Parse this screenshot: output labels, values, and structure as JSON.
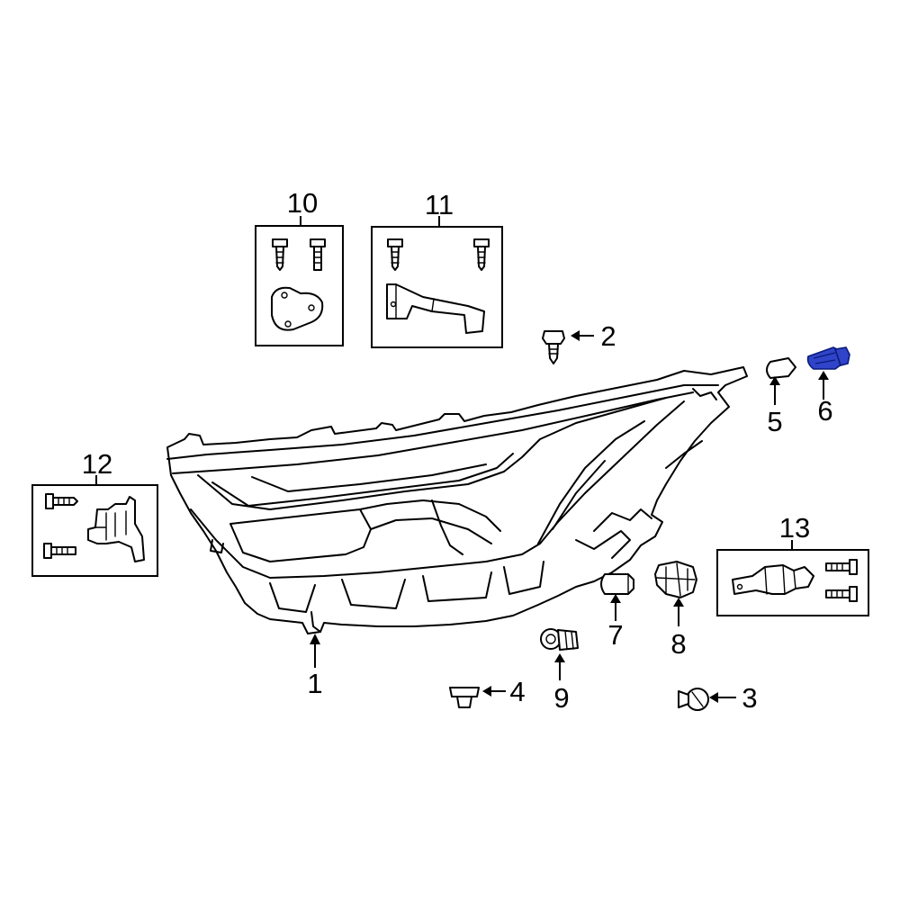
{
  "highlight_color": "#2f44c8",
  "callouts": {
    "c1": "1",
    "c2": "2",
    "c3": "3",
    "c4": "4",
    "c5": "5",
    "c6": "6",
    "c7": "7",
    "c8": "8",
    "c9": "9",
    "c10": "10",
    "c11": "11",
    "c12": "12",
    "c13": "13"
  },
  "highlighted_part": "6"
}
